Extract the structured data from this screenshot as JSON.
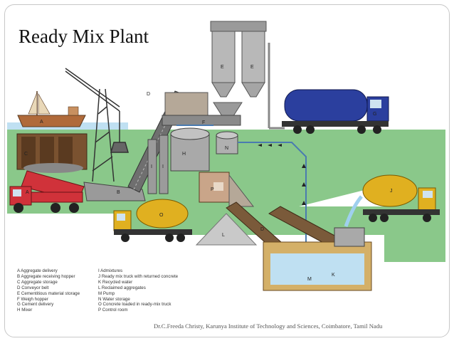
{
  "title": "Ready Mix Plant",
  "legend": {
    "col1": [
      "A  Aggregate delivery",
      "B  Aggregate receiving hopper",
      "C  Aggregate storage",
      "D  Conveyor belt",
      "E  Cementitious material storage",
      "F  Weigh hopper",
      "G  Cement delivery",
      "H  Mixer"
    ],
    "col2": [
      "I   Admixtures",
      "J   Ready mix truck with returned concrete",
      "K  Recycled water",
      "L   Reclaimed aggregates",
      "M  Pump",
      "N  Water storage",
      "O  Concrete loaded in ready-mix truck",
      "P  Control room"
    ]
  },
  "diagram_labels": {
    "A": "A",
    "B": "B",
    "C": "C",
    "D": "D",
    "E": "E",
    "F": "F",
    "G": "G",
    "H": "H",
    "I": "I",
    "J": "J",
    "K": "K",
    "L": "L",
    "M": "M",
    "N": "N",
    "O": "O",
    "P": "P"
  },
  "footer": "Dr.C.Freeda Christy, Karunya Institute of Technology and Sciences, Coimbatore, Tamil Nadu",
  "colors": {
    "ground": "#8ac88a",
    "water": "#bfe0f2",
    "truck_red": "#d0323a",
    "mixer_yellow": "#e0b020",
    "tanker_blue": "#2b3f9e",
    "silo_grey": "#b8b8b8"
  }
}
